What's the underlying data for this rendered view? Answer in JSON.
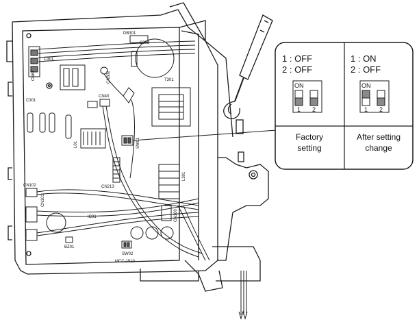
{
  "board": {
    "labels": {
      "cn67": "CN67",
      "db301": "DB301",
      "c302": "C302",
      "c301_top": "C301",
      "c301_left": "C301",
      "cn302": "CN302",
      "t301": "T301",
      "cn40": "CN40",
      "l01": "L01",
      "sw01": "SW01",
      "cn213": "CN213",
      "l301": "L301",
      "cn102": "CN102",
      "cn101": "CN101",
      "ic01": "IC01",
      "bz01": "BZ01",
      "cn100": "CN100",
      "sw02": "SW02",
      "mcc": "MCC-1510"
    }
  },
  "callout": {
    "factory": {
      "line1": "1 : OFF",
      "line2": "2 : OFF",
      "on_label": "ON",
      "sw1": "1",
      "sw2": "2",
      "caption_line1": "Factory",
      "caption_line2": "setting"
    },
    "after": {
      "line1": "1 : ON",
      "line2": "2 : OFF",
      "on_label": "ON",
      "sw1": "1",
      "sw2": "2",
      "caption_line1": "After setting",
      "caption_line2": "change"
    }
  },
  "colors": {
    "line": "#1a1a1a",
    "switch_fill": "#8a8a8a",
    "panel_bg": "#ffffff"
  }
}
